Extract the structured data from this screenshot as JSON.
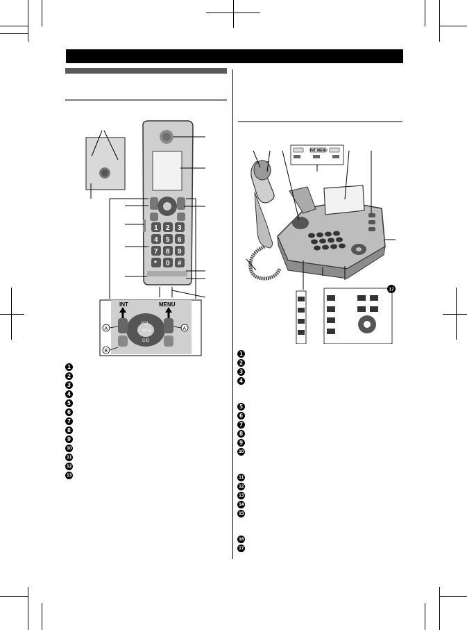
{
  "handset": {
    "inset_labels": {
      "int": "INT",
      "menu": "MENU",
      "vol": "VOL.",
      "rtn": "RTN",
      "cid": "CID",
      "callout_a": "A",
      "callout_b": "B"
    },
    "keypad": [
      "1",
      "2",
      "3",
      "4",
      "5",
      "6",
      "7",
      "8",
      "9",
      "*",
      "0",
      "#"
    ]
  },
  "base": {
    "top_buttons": [
      "INT",
      "MENU"
    ]
  },
  "legend_left": [
    "1",
    "2",
    "3",
    "4",
    "5",
    "6",
    "7",
    "8",
    "9",
    "10",
    "11",
    "12",
    "13"
  ],
  "legend_right": [
    "1",
    "2",
    "3",
    "4",
    "5",
    "6",
    "7",
    "8",
    "9",
    "10",
    "11",
    "12",
    "13",
    "14",
    "15",
    "16",
    "17"
  ],
  "callout_17": "17"
}
